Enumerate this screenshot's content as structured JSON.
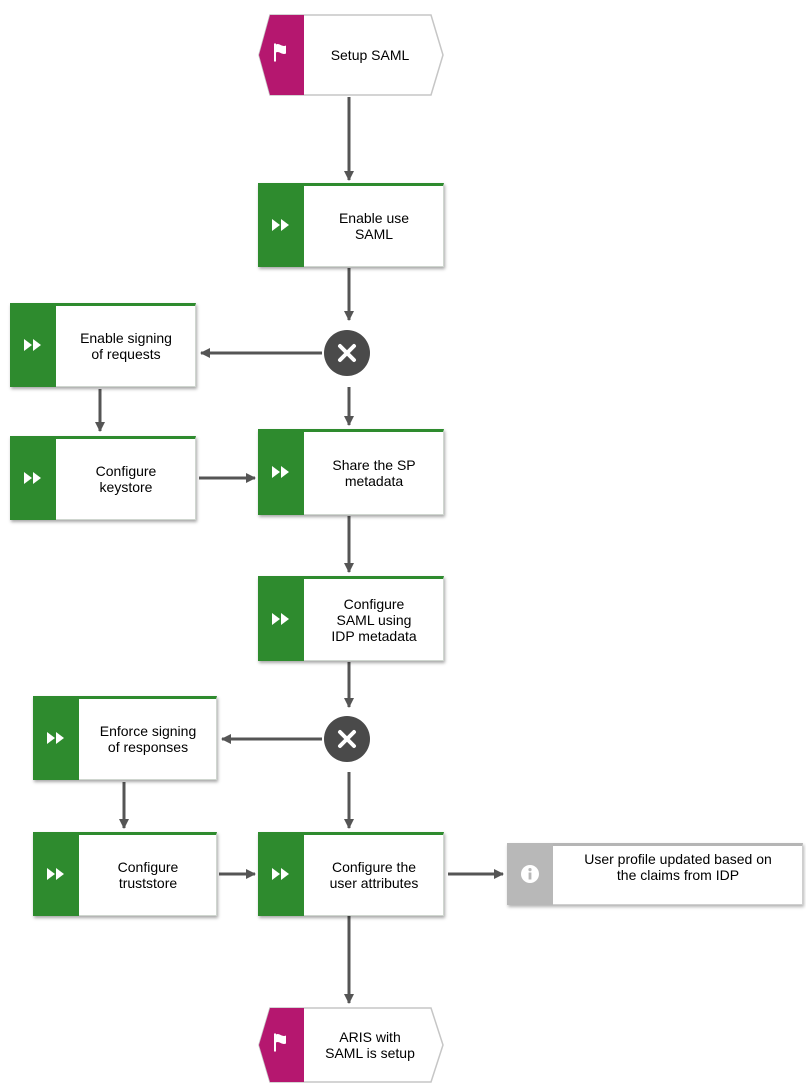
{
  "events": {
    "start": {
      "label": "Setup SAML",
      "icon": "flag-icon"
    },
    "end": {
      "label": "ARIS with\nSAML is setup",
      "icon": "flag-icon"
    }
  },
  "functions": {
    "enable_use_saml": "Enable use\nSAML",
    "enable_signing_requests": "Enable signing\nof requests",
    "configure_keystore": "Configure\nkeystore",
    "share_sp_metadata": "Share the SP\nmetadata",
    "configure_saml_idp": "Configure\nSAML using\nIDP metadata",
    "enforce_signing_responses": "Enforce signing\nof responses",
    "configure_truststore": "Configure\ntruststore",
    "configure_user_attributes": "Configure the\nuser attributes"
  },
  "information": {
    "user_profile": "User profile updated based on\nthe claims from IDP"
  },
  "gateways": {
    "type": "XOR"
  },
  "colors": {
    "event": "#b5176f",
    "function": "#2e8b2e",
    "gateway": "#4a4a4a",
    "connector": "#555555",
    "info": "#b8b8b8"
  }
}
